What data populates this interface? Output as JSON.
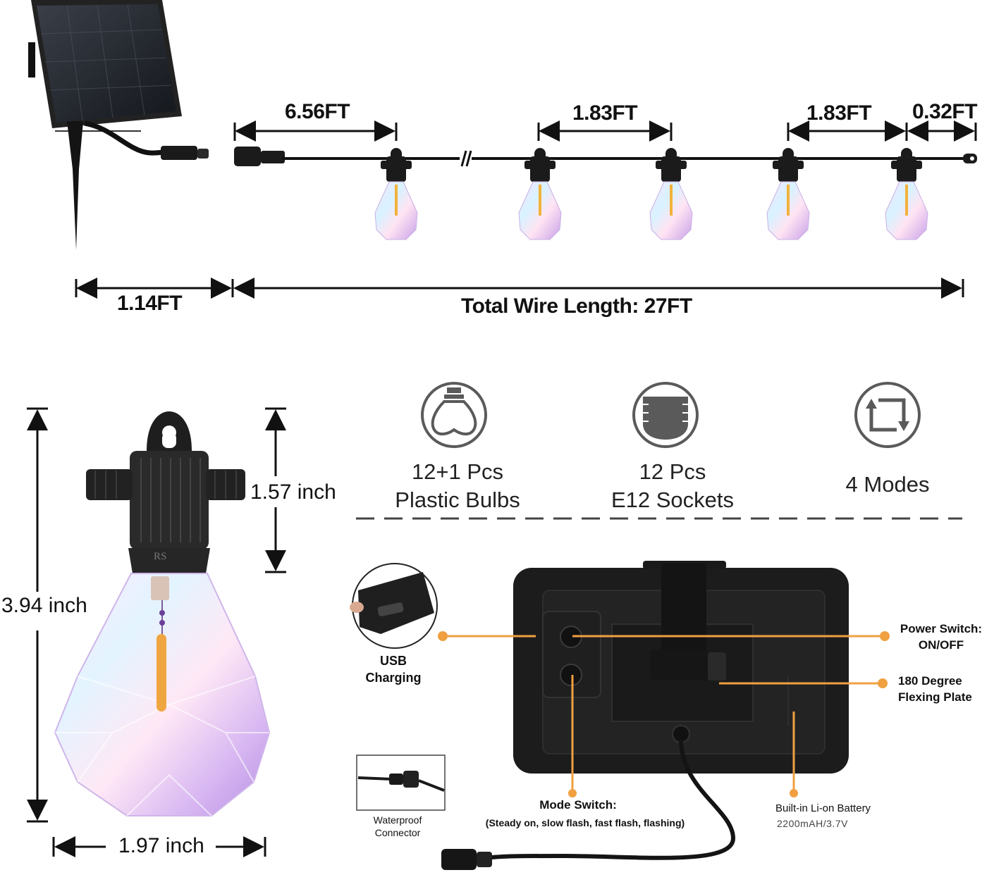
{
  "top_diagram": {
    "dims": {
      "lead_length": "6.56FT",
      "spacing_a": "1.83FT",
      "spacing_b": "1.83FT",
      "end_length": "0.32FT",
      "stake_width": "1.14FT",
      "total": "Total Wire Length: 27FT"
    },
    "bulb_count": 5
  },
  "bulb_closeup": {
    "total_height": "3.94 inch",
    "socket_height": "1.57 inch",
    "width": "1.97 inch",
    "socket_mark": "RS"
  },
  "features": [
    {
      "icon": "bulb-icon",
      "line1": "12+1 Pcs",
      "line2": "Plastic Bulbs"
    },
    {
      "icon": "socket-icon",
      "line1": "12 Pcs",
      "line2": "E12 Sockets"
    },
    {
      "icon": "modes-icon",
      "line1": "4 Modes",
      "line2": ""
    }
  ],
  "panel_back": {
    "usb_label": [
      "USB",
      "Charging"
    ],
    "power_switch": [
      "Power Switch:",
      "ON/OFF"
    ],
    "flex_plate": [
      "180 Degree",
      "Flexing Plate"
    ],
    "mode_switch": "Mode Switch:",
    "mode_list": "(Steady on, slow flash, fast flash, flashing)",
    "battery": "Built-in Li-on Battery",
    "battery_spec": "2200mAH/3.7V",
    "waterproof": [
      "Waterproof",
      "Connector"
    ]
  },
  "colors": {
    "accent": "#f0a040",
    "dark": "#1b1b1b",
    "icon_gray": "#5a5a5a"
  }
}
